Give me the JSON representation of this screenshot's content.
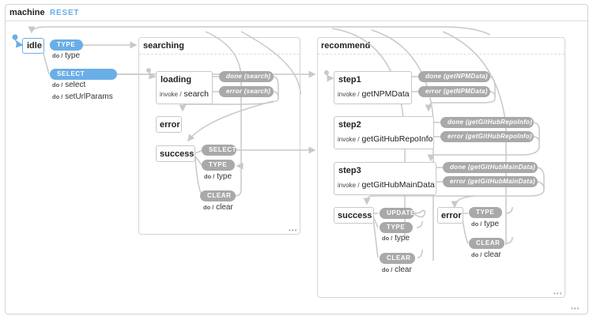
{
  "machine": {
    "title": "machine",
    "reset_label": "RESET"
  },
  "colors": {
    "accent": "#6aaee8",
    "event_gray": "#a9a9a9",
    "edge": "#c8c8c8"
  },
  "idle": {
    "name": "idle",
    "events": [
      {
        "label": "TYPE",
        "actions": [
          "type"
        ]
      },
      {
        "label": "SELECT",
        "actions": [
          "select",
          "setUrlParams"
        ]
      }
    ]
  },
  "searching": {
    "name": "searching",
    "loading": {
      "name": "loading",
      "invoke": "search",
      "events": [
        "done (search)",
        "error (search)"
      ]
    },
    "error": {
      "name": "error"
    },
    "success": {
      "name": "success",
      "events": [
        {
          "label": "SELECT",
          "actions": []
        },
        {
          "label": "TYPE",
          "actions": [
            "type"
          ]
        },
        {
          "label": "CLEAR",
          "actions": [
            "clear"
          ]
        }
      ]
    }
  },
  "recommend": {
    "name": "recommend",
    "step1": {
      "name": "step1",
      "invoke": "getNPMData",
      "events": [
        "done (getNPMData)",
        "error (getNPMData)"
      ]
    },
    "step2": {
      "name": "step2",
      "invoke": "getGitHubRepoInfo",
      "events": [
        "done (getGitHubRepoInfo)",
        "error (getGitHubRepoInfo)"
      ]
    },
    "step3": {
      "name": "step3",
      "invoke": "getGitHubMainData",
      "events": [
        "done (getGitHubMainData)",
        "error (getGitHubMainData)"
      ]
    },
    "success": {
      "name": "success",
      "events": [
        {
          "label": "UPDATE",
          "actions": []
        },
        {
          "label": "TYPE",
          "actions": [
            "type"
          ]
        },
        {
          "label": "CLEAR",
          "actions": [
            "clear"
          ]
        }
      ]
    },
    "error": {
      "name": "error",
      "events": [
        {
          "label": "TYPE",
          "actions": [
            "type"
          ]
        },
        {
          "label": "CLEAR",
          "actions": [
            "clear"
          ]
        }
      ]
    }
  },
  "labels": {
    "do": "do /",
    "invoke": "invoke /",
    "more": "•••"
  }
}
